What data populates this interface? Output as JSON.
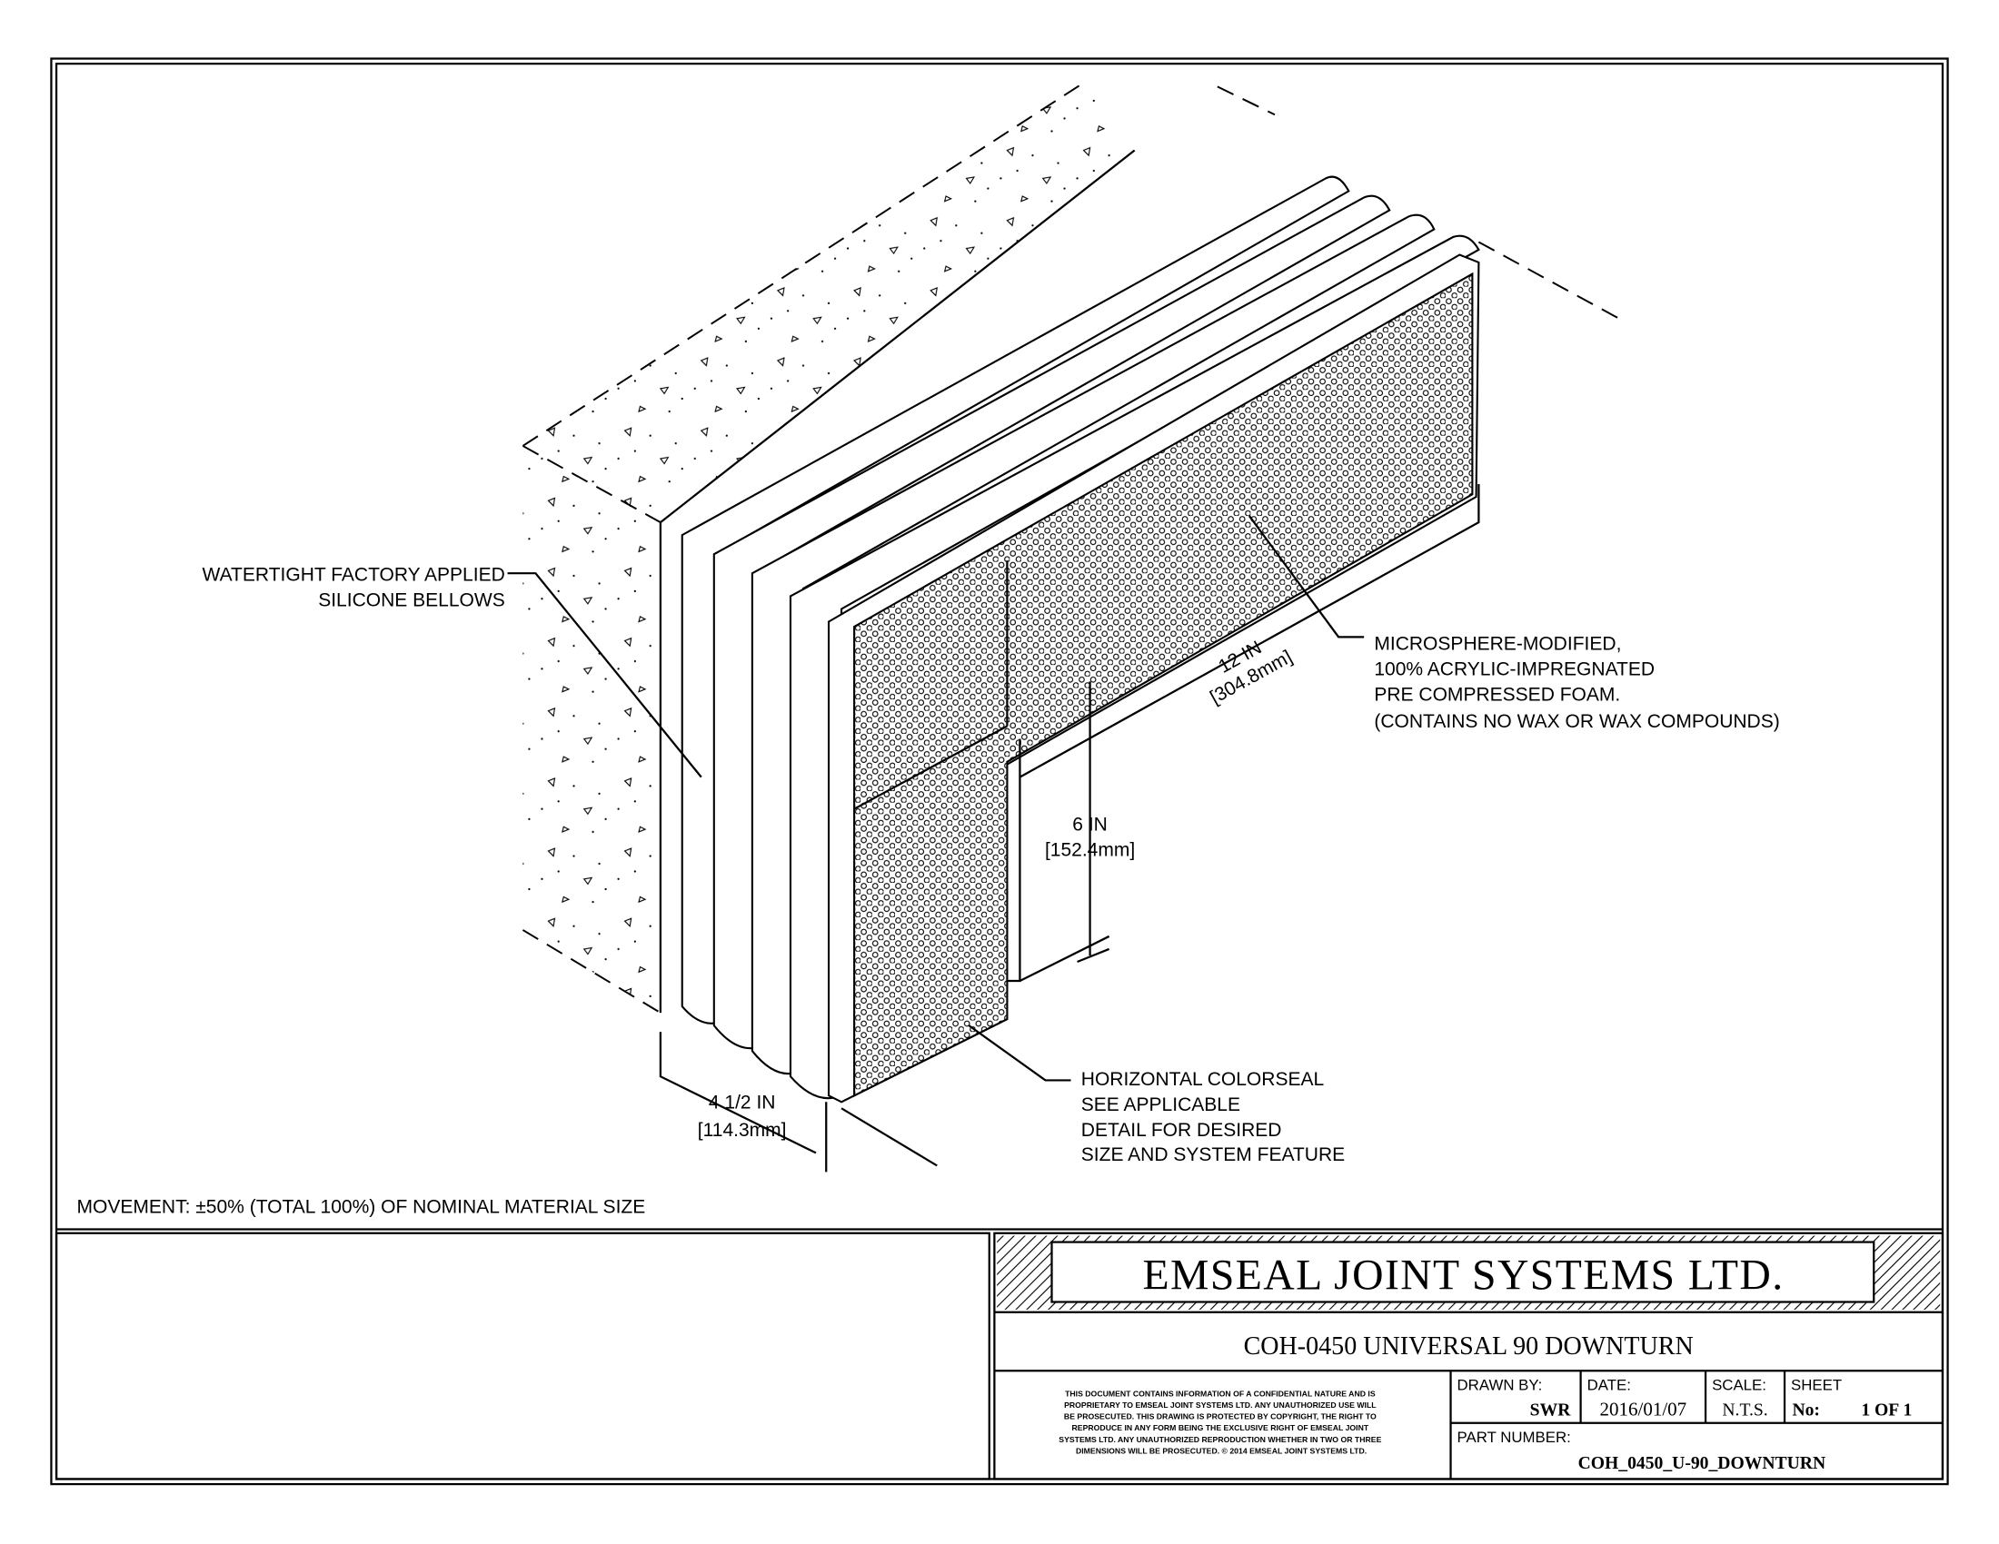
{
  "labels": {
    "bellows": [
      "WATERTIGHT FACTORY APPLIED",
      "SILICONE BELLOWS"
    ],
    "foam": [
      "MICROSPHERE-MODIFIED,",
      "100% ACRYLIC-IMPREGNATED",
      "PRE COMPRESSED FOAM.",
      "(CONTAINS NO WAX OR WAX COMPOUNDS)"
    ],
    "colorseal": [
      "HORIZONTAL COLORSEAL",
      "SEE APPLICABLE",
      "DETAIL FOR DESIRED",
      "SIZE AND SYSTEM FEATURE"
    ],
    "movement": "MOVEMENT: ±50% (TOTAL 100%) OF NOMINAL MATERIAL SIZE"
  },
  "dimensions": {
    "length": [
      "12 IN",
      "[304.8mm]"
    ],
    "height": [
      "6 IN",
      "[152.4mm]"
    ],
    "width": [
      "4 1/2 IN",
      "[114.3mm]"
    ]
  },
  "title_block": {
    "company": "EMSEAL JOINT SYSTEMS LTD.",
    "title": "COH-0450 UNIVERSAL 90 DOWNTURN",
    "disclaimer": [
      "THIS DOCUMENT CONTAINS INFORMATION OF A CONFIDENTIAL NATURE AND IS",
      "PROPRIETARY TO EMSEAL JOINT SYSTEMS LTD. ANY UNAUTHORIZED USE WILL",
      "BE PROSECUTED. THIS DRAWING IS PROTECTED BY COPYRIGHT, THE RIGHT TO",
      "REPRODUCE IN ANY FORM BEING THE EXCLUSIVE RIGHT OF EMSEAL JOINT",
      "SYSTEMS LTD. ANY UNAUTHORIZED REPRODUCTION WHETHER IN TWO OR THREE",
      "DIMENSIONS WILL BE PROSECUTED. © 2014 EMSEAL JOINT SYSTEMS LTD."
    ],
    "drawn_by_label": "DRAWN BY:",
    "drawn_by": "SWR",
    "date_label": "DATE:",
    "date": "2016/01/07",
    "scale_label": "SCALE:",
    "scale": "N.T.S.",
    "sheet_label": "SHEET",
    "sheet_no_label": "No:",
    "sheet": "1 OF 1",
    "part_number_label": "PART NUMBER:",
    "part_number": "COH_0450_U-90_DOWNTURN"
  }
}
